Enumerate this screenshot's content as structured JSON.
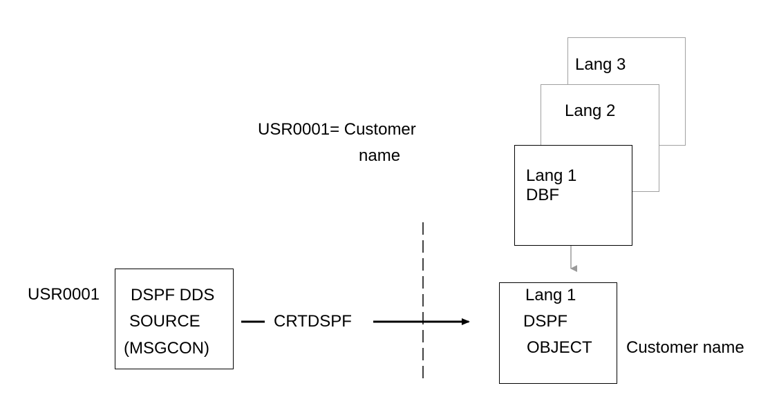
{
  "definition": {
    "line1": "USR0001= Customer",
    "line2": "name"
  },
  "language_stack": {
    "lang3": "Lang  3",
    "lang2": "Lang 2",
    "lang1": "Lang 1",
    "lang1_sub": "DBF"
  },
  "source": {
    "message_id": "USR0001",
    "line1": "DSPF DDS",
    "line2": "SOURCE",
    "line3": "(MSGCON)"
  },
  "command": {
    "label": "CRTDSPF"
  },
  "object": {
    "line1": "Lang 1",
    "line2": "DSPF",
    "line3": "OBJECT",
    "result_text": "Customer name"
  }
}
